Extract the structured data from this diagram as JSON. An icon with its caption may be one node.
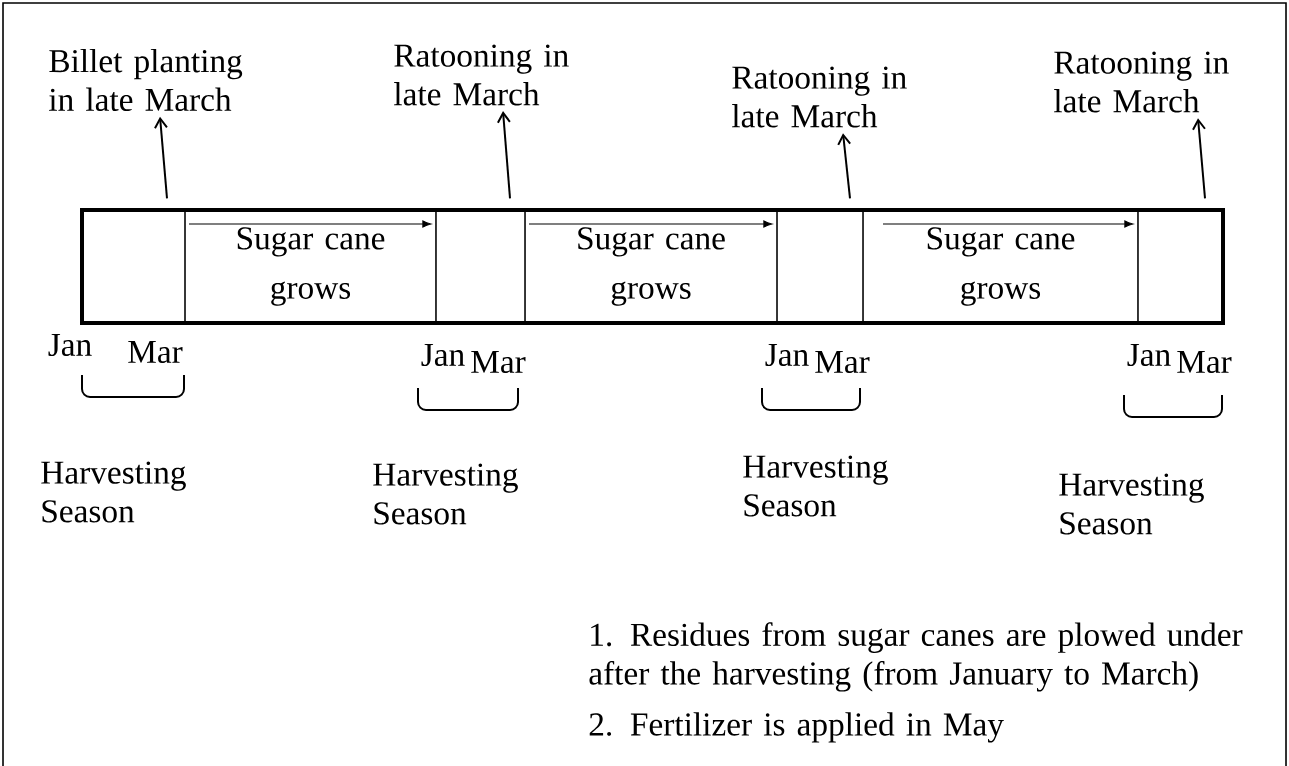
{
  "diagram": {
    "nodes": [
      {
        "text": [
          "Billet planting in late March"
        ]
      },
      {
        "text": [
          "Ratooning in late March"
        ]
      },
      {
        "text": [
          "Ratooning in late March"
        ]
      },
      {
        "text": [
          "Ratooning in late March"
        ]
      },
      {
        "text": [],
        "shape": "box"
      },
      {
        "text": [
          "Sugar cane grows"
        ]
      },
      {
        "text": [],
        "shape": "box"
      },
      {
        "text": [
          "Sugar cane grows"
        ]
      },
      {
        "text": [],
        "shape": "box"
      },
      {
        "text": [
          "Sugar cane grows"
        ]
      },
      {
        "text": [],
        "shape": "box"
      }
    ],
    "edges": [
      {
        "from": 4,
        "to": 0,
        "arrow": "to"
      },
      {
        "from": 6,
        "to": 1,
        "arrow": "to"
      },
      {
        "from": 8,
        "to": 2,
        "arrow": "to"
      },
      {
        "from": 10,
        "to": 3,
        "arrow": "to"
      }
    ],
    "labels": [
      "Jan",
      "Mar",
      "Jan",
      "Mar",
      "Jan",
      "Mar",
      "Jan",
      "Mar",
      "Harvesting Season",
      "Harvesting Season",
      "Harvesting Season",
      "Harvesting Season",
      "1. Residues from sugar canes are plowed under after the harvesting (from January to March)",
      "2. Fertilizer is applied in May"
    ]
  }
}
